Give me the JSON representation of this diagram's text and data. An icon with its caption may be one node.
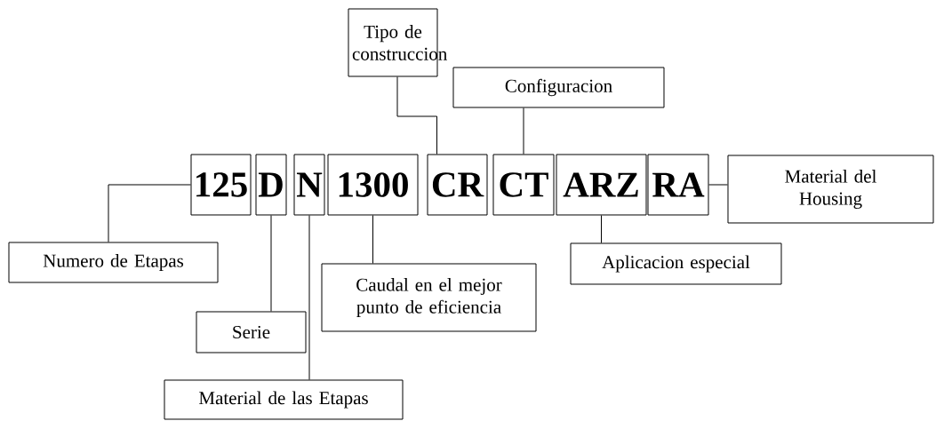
{
  "diagram": {
    "nodes": [
      {
        "text": [
          "Tipo de construccion"
        ]
      },
      {
        "text": [
          "Configuracion"
        ]
      },
      {
        "text": [
          "125"
        ]
      },
      {
        "text": [
          "D"
        ]
      },
      {
        "text": [
          "N"
        ]
      },
      {
        "text": [
          "1300"
        ]
      },
      {
        "text": [
          "CR"
        ]
      },
      {
        "text": [
          "CT"
        ]
      },
      {
        "text": [
          "ARZ"
        ]
      },
      {
        "text": [
          "RA"
        ]
      },
      {
        "text": [
          "Material del Housing"
        ]
      },
      {
        "text": [
          "Numero de Etapas"
        ]
      },
      {
        "text": [
          "Aplicacion especial"
        ]
      },
      {
        "text": [
          "Caudal en el mejor punto de eficiencia"
        ]
      },
      {
        "text": [
          "Serie"
        ]
      },
      {
        "text": [
          "Material de las Etapas"
        ]
      }
    ],
    "edges": [
      {
        "from": 0,
        "to": 6,
        "arrow": "none"
      },
      {
        "from": 1,
        "to": 7,
        "arrow": "none"
      },
      {
        "from": 10,
        "to": 9,
        "arrow": "none"
      },
      {
        "from": 11,
        "to": 2,
        "arrow": "none"
      },
      {
        "from": 12,
        "to": 8,
        "arrow": "none"
      },
      {
        "from": 13,
        "to": 5,
        "arrow": "none"
      },
      {
        "from": 14,
        "to": 3,
        "arrow": "none"
      },
      {
        "from": 15,
        "to": 4,
        "arrow": "none"
      }
    ]
  }
}
